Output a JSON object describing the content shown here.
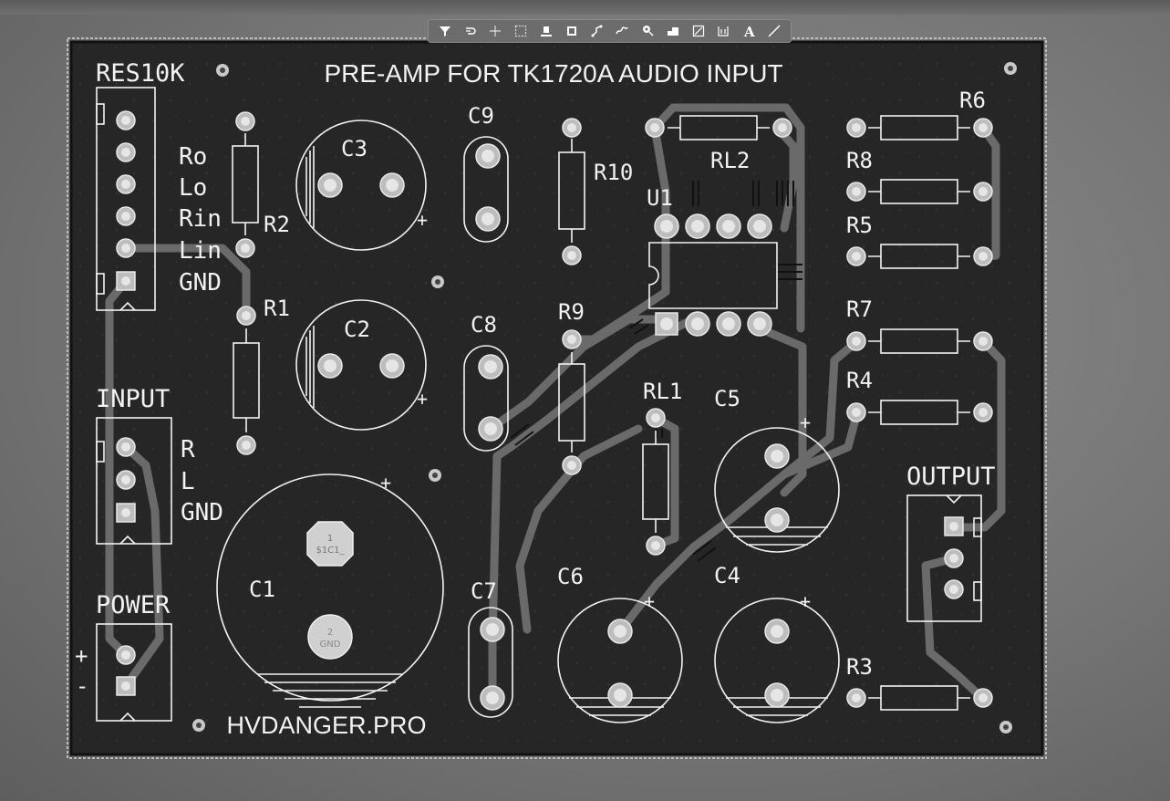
{
  "toolbar": {
    "tools": [
      {
        "name": "filter-icon",
        "glyph": "▼"
      },
      {
        "name": "lasso-icon",
        "glyph": "⊃"
      },
      {
        "name": "crosshair-icon",
        "glyph": "+"
      },
      {
        "name": "select-rect-icon",
        "glyph": "⬚"
      },
      {
        "name": "place-component-icon",
        "glyph": "⊥"
      },
      {
        "name": "chip-icon",
        "glyph": "▣"
      },
      {
        "name": "route-track-icon",
        "glyph": "⤢"
      },
      {
        "name": "diff-pair-icon",
        "glyph": "∿"
      },
      {
        "name": "via-icon",
        "glyph": "⊙"
      },
      {
        "name": "polygon-icon",
        "glyph": "▙"
      },
      {
        "name": "fill-icon",
        "glyph": "▨"
      },
      {
        "name": "dimension-icon",
        "glyph": "⊔"
      },
      {
        "name": "text-tool-icon",
        "glyph": "A"
      },
      {
        "name": "line-tool-icon",
        "glyph": "╱"
      }
    ]
  },
  "board": {
    "title": "PRE-AMP FOR TK1720A AUDIO INPUT",
    "footer": "HVDANGER.PRO",
    "connectors": {
      "res10k": {
        "label": "RES10K",
        "pins": [
          "Ro",
          "Lo",
          "Rin",
          "Lin",
          "GND"
        ]
      },
      "input": {
        "label": "INPUT",
        "pins": [
          "R",
          "L",
          "GND"
        ]
      },
      "power": {
        "label": "POWER",
        "plus": "+",
        "minus": "-"
      },
      "output": {
        "label": "OUTPUT"
      }
    },
    "designators": {
      "r1": "R1",
      "r2": "R2",
      "r3": "R3",
      "r4": "R4",
      "r5": "R5",
      "r6": "R6",
      "r7": "R7",
      "r8": "R8",
      "r9": "R9",
      "r10": "R10",
      "rl1": "RL1",
      "rl2": "RL2",
      "u1": "U1",
      "c1": "C1",
      "c2": "C2",
      "c3": "C3",
      "c4": "C4",
      "c5": "C5",
      "c6": "C6",
      "c7": "C7",
      "c8": "C8",
      "c9": "C9"
    },
    "polarity_plus": "+",
    "c1_pad_labels": {
      "pin1_num": "1",
      "pin1_net": "$1C1_",
      "pin2_num": "2",
      "pin2_net": "GND"
    }
  }
}
